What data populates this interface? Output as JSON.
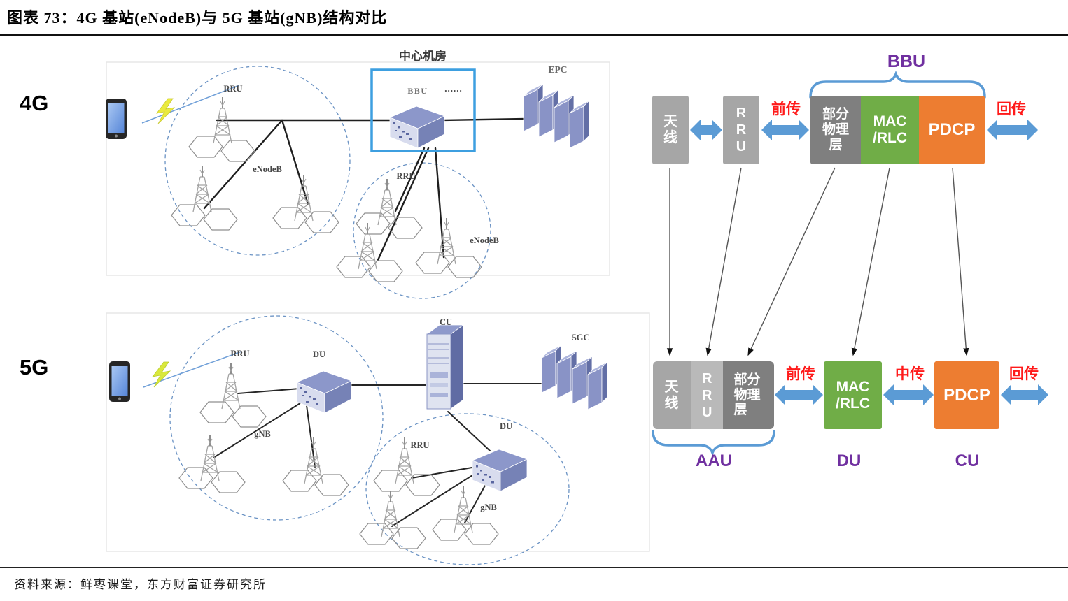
{
  "figure": {
    "title": "图表 73：4G 基站(eNodeB)与 5G 基站(gNB)结构对比",
    "source": "资料来源：鲜枣课堂，东方财富证券研究所"
  },
  "left": {
    "row4g_label": "4G",
    "row5g_label": "5G",
    "p4g": {
      "room": "中心机房",
      "bbu": "BBU",
      "dots": "......",
      "epc": "EPC",
      "rru_a": "RRU",
      "enodeb_a": "eNodeB",
      "rru_b": "RRU",
      "enodeb_b": "eNodeB"
    },
    "p5g": {
      "cu": "CU",
      "core": "5GC",
      "rru_a": "RRU",
      "du_a": "DU",
      "gnb_a": "gNB",
      "rru_b": "RRU",
      "du_b": "DU",
      "gnb_b": "gNB"
    }
  },
  "right": {
    "bbu_label": "BBU",
    "top": {
      "antenna": "天线",
      "rru": "RRU",
      "fronthaul": "前传",
      "phy": "部分物理层",
      "mac_line1": "MAC",
      "mac_line2": "/RLC",
      "pdcp": "PDCP",
      "backhaul": "回传"
    },
    "bottom": {
      "antenna": "天线",
      "rru": "RRU",
      "phy": "部分物理层",
      "fronthaul": "前传",
      "mac_line1": "MAC",
      "mac_line2": "/RLC",
      "midhaul": "中传",
      "pdcp": "PDCP",
      "backhaul": "回传",
      "aau": "AAU",
      "du": "DU",
      "cu": "CU"
    }
  },
  "colors": {
    "arrow_blue": "#5b9bd5",
    "label_red": "#ff1a1a",
    "label_purple": "#7030a0",
    "block_green": "#70ad47",
    "block_orange": "#ed7d31",
    "block_gray": "#a6a6a6",
    "block_gray_dark": "#7f7f7f",
    "block_gray_light": "#b9b9b9",
    "frame_blue": "#3d9fe0",
    "box_purple_blue": "#8691c7"
  }
}
